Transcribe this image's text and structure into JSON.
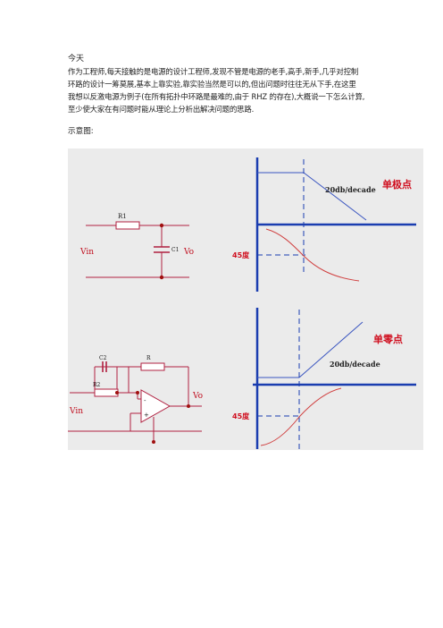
{
  "doc": {
    "title": "今天",
    "paragraph": [
      "作为工程师,每天接触的是电源的设计工程师,发现不管是电源的老手,高手,新手,几乎对控制",
      "环路的设计一筹莫展,基本上靠实验,靠实验当然是可以的,但出问题时往往无从下手,在这里",
      "我想以反激电源为例子(在所有拓扑中环路是最难的,由于 RHZ 的存在),大概说一下怎么计算,",
      "至少使大家在有问题时能从理论上分析出解决问题的思路."
    ],
    "figure_label": "示意图:"
  },
  "figure": {
    "top_circuit": {
      "r1": "R1",
      "c1": "C1",
      "vin": "Vin",
      "vo": "Vo"
    },
    "top_plot": {
      "slope": "20db/decade",
      "title": "单极点",
      "phase": "45度"
    },
    "bottom_circuit": {
      "c2": "C2",
      "r": "R",
      "r2": "R2",
      "vin": "Vin",
      "vo": "Vo",
      "minus": "-",
      "plus": "+"
    },
    "bottom_plot": {
      "slope": "20db/decade",
      "title": "单零点",
      "phase": "45度"
    }
  },
  "colors": {
    "bg": "#ebebeb",
    "wire": "#b02040",
    "node": "#a01010",
    "axis": "#1a3db0",
    "curve": "#d04040",
    "label_red": "#d01020",
    "blue_line": "#3a55c0"
  }
}
